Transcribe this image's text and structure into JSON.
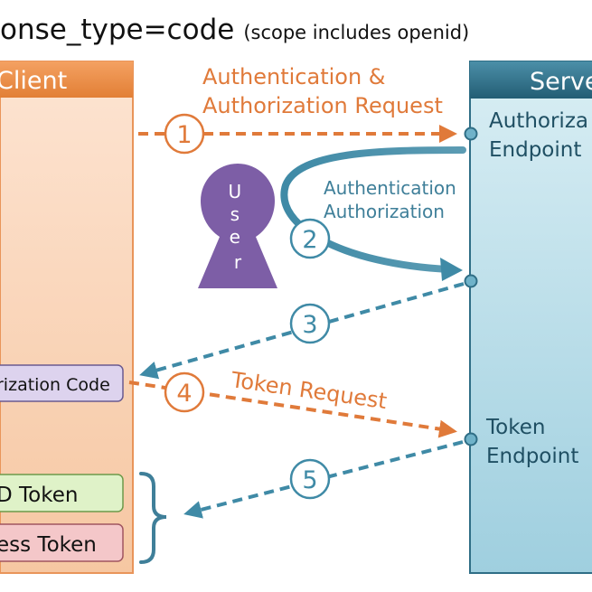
{
  "title": {
    "main": "onse_type=code",
    "sub": "(scope includes openid)"
  },
  "client": {
    "label": "Client"
  },
  "server": {
    "label": "Serve",
    "authorization_endpoint": [
      "Authoriza",
      "Endpoint"
    ],
    "token_endpoint": [
      "Token",
      "Endpoint"
    ]
  },
  "user": {
    "label": "User",
    "letters": [
      "U",
      "s",
      "e",
      "r"
    ]
  },
  "steps": [
    {
      "number": "1",
      "label_lines": [
        "Authentication &",
        "Authorization Request"
      ]
    },
    {
      "number": "2",
      "label_lines": [
        "Authentication",
        "Authorization"
      ]
    },
    {
      "number": "3",
      "label_lines": []
    },
    {
      "number": "4",
      "label_lines": [
        "Token Request"
      ]
    },
    {
      "number": "5",
      "label_lines": []
    }
  ],
  "client_items": {
    "authorization_code": "rization Code",
    "id_token": "D Token",
    "access_token": "ess Token"
  },
  "colors": {
    "orange": "#e07a3a",
    "teal": "#3f8aa6",
    "client_fill": "#fbd9bf",
    "server_fill": "#bfe0ea",
    "server_header": "#2f6e86",
    "user": "#7d5ea6",
    "code_box": "#ddd3ee",
    "id_token_box": "#dff2c8",
    "access_token_box": "#f4c7c9"
  }
}
